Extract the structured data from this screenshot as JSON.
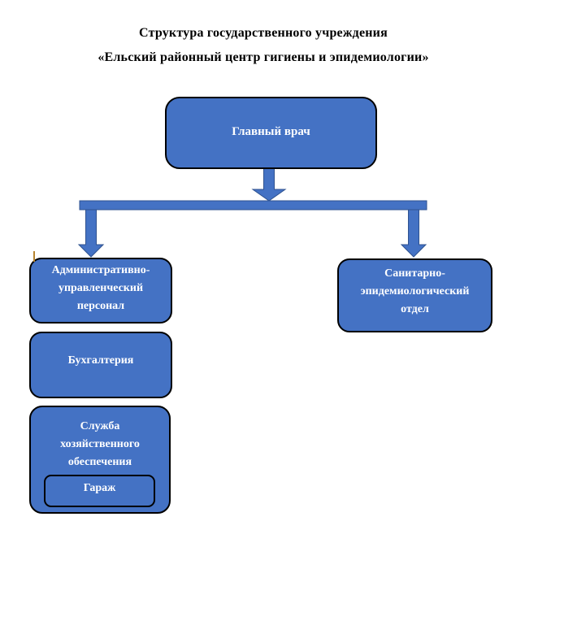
{
  "title": {
    "line1": "Структура государственного учреждения",
    "line2": "«Ельский районный центр гигиены и эпидемиологии»"
  },
  "nodes": {
    "chief": {
      "label": "Главный врач"
    },
    "admin": {
      "label": "Административно-\nуправленческий\nперсонал"
    },
    "sanitary": {
      "label": "Санитарно-\nэпидемиологический\nотдел"
    },
    "accounting": {
      "label": "Бухгалтерия"
    },
    "service": {
      "label": "Служба\nхозяйственного\nобеспечения"
    },
    "garage": {
      "label": "Гараж"
    }
  },
  "hierarchy": {
    "root": "Главный врач",
    "edges": [
      {
        "from": "Главный врач",
        "to": "Административно-управленческий персонал"
      },
      {
        "from": "Главный врач",
        "to": "Санитарно-эпидемиологический отдел"
      }
    ],
    "left_column_stack": [
      "Административно-управленческий персонал",
      "Бухгалтерия",
      "Служба хозяйственного обеспечения"
    ],
    "nested": [
      {
        "parent": "Служба хозяйственного обеспечения",
        "child": "Гараж"
      }
    ]
  },
  "colors": {
    "node_fill": "#4472C4",
    "node_border": "#000000",
    "node_text": "#FFFFFF",
    "connector_fill": "#4472C4",
    "connector_stroke": "#2F528F",
    "title_text": "#000000",
    "background": "#FFFFFF",
    "anchor_mark": "#B5832F"
  }
}
